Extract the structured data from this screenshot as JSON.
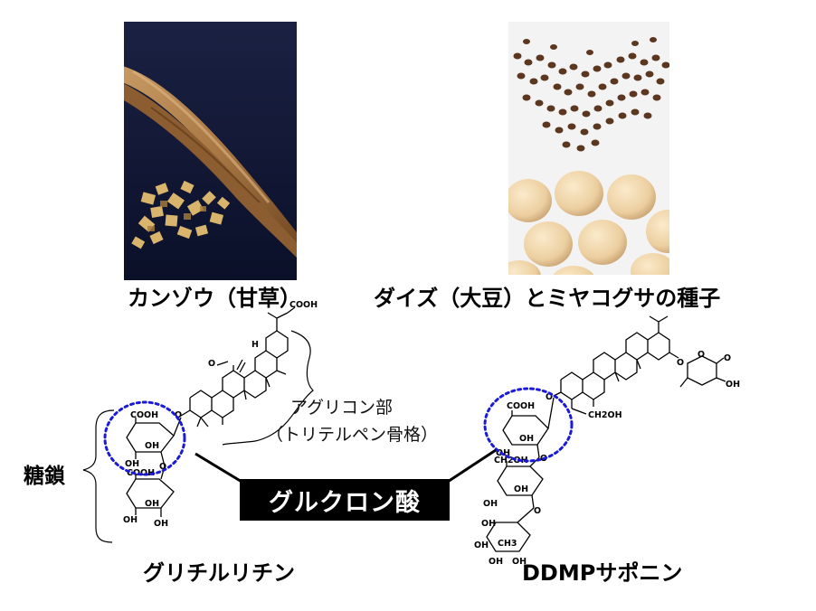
{
  "photos": {
    "licorice": {
      "caption": "カンゾウ（甘草）",
      "icon": "licorice-root-photo",
      "bg": "#0f1530"
    },
    "soy": {
      "caption": "ダイズ（大豆）とミヤコグサの種子",
      "icon": "soybean-seed-photo",
      "bg": "#f4f3f3"
    }
  },
  "annotations": {
    "aglycone_line1": "アグリコン部",
    "aglycone_line2": "（トリテルペン骨格）",
    "sugar_chain": "糖鎖",
    "glucuronic_acid": "グルクロン酸"
  },
  "compounds": {
    "glycyrrhizin": {
      "name": "グリチルリチン",
      "atoms": {
        "cooh_top": "COOH",
        "o1": "O",
        "h1": "H",
        "cooh1": "COOH",
        "oh1": "OH",
        "oh2": "OH",
        "cooh2": "COOH",
        "oh3": "OH",
        "oh4": "OH",
        "oh5": "OH",
        "o2": "O",
        "o3": "O"
      }
    },
    "ddmp_saponin": {
      "name": "DDMPサポニン",
      "atoms": {
        "cooh": "COOH",
        "ch2oh1": "CH2OH",
        "ch2oh2": "CH2OH",
        "oh1": "OH",
        "oh2": "OH",
        "oh3": "OH",
        "oh4": "OH",
        "oh5": "OH",
        "oh6": "OH",
        "oh7": "OH",
        "oh8": "OH",
        "ch3": "CH3",
        "o1": "O",
        "o2": "O",
        "o3": "O",
        "o4": "O",
        "ring_o": "O",
        "keto_o": "O",
        "oh_ddmp": "OH"
      }
    }
  },
  "colors": {
    "highlight_circle": "#1a1ad8",
    "label_bg": "#000000",
    "label_text": "#ffffff"
  }
}
